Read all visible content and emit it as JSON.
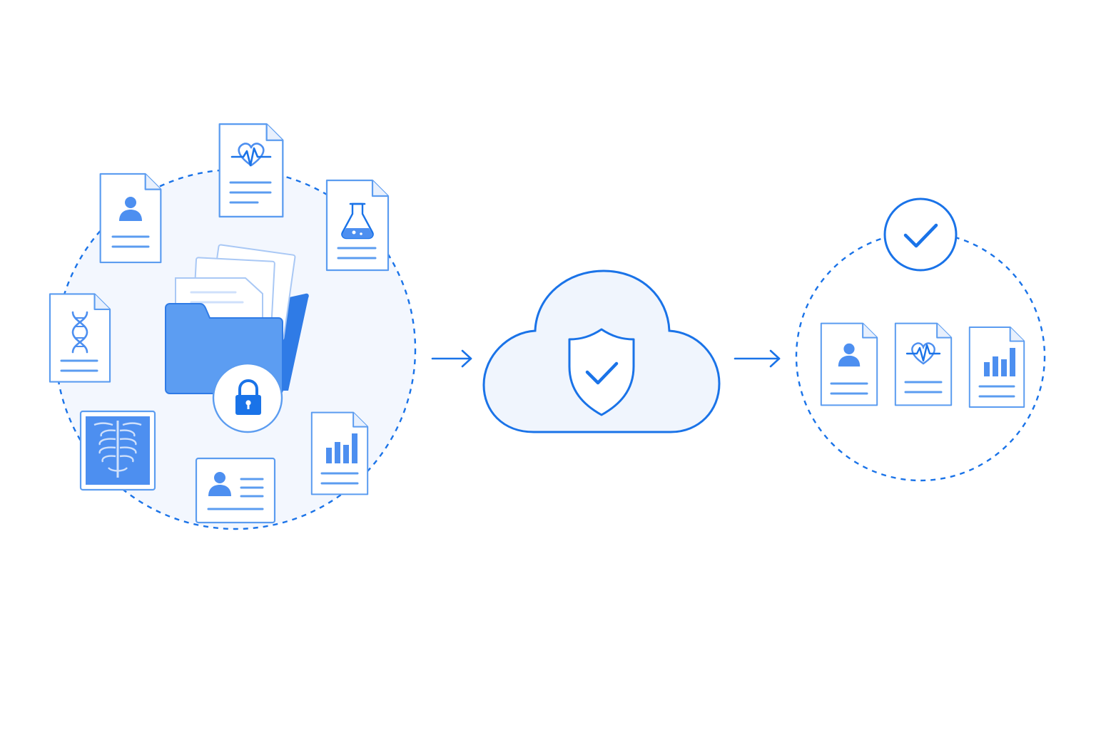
{
  "colors": {
    "accent": "#1a73e8",
    "accent_light": "#5b9cf0",
    "accent_fill": "#4d8ff0",
    "folder_fill": "#5c9df2",
    "folder_dark": "#2f7be6",
    "circle_fill": "#f3f7fe",
    "cloud_fill": "#f0f5fd",
    "paper": "#ffffff"
  },
  "diagram": {
    "stages": [
      {
        "name": "source-records",
        "center_icon": "folder-lock-icon",
        "documents": [
          "person-document-icon",
          "heartbeat-document-icon",
          "lab-flask-document-icon",
          "dna-document-icon",
          "xray-image-icon",
          "id-card-icon",
          "bar-chart-document-icon"
        ]
      },
      {
        "name": "secure-cloud",
        "center_icon": "shield-check-icon"
      },
      {
        "name": "verified-records",
        "badge_icon": "checkmark-circle-icon",
        "documents": [
          "person-document-icon",
          "heartbeat-document-icon",
          "bar-chart-document-icon"
        ]
      }
    ],
    "connectors": [
      "arrow-right-icon",
      "arrow-right-icon"
    ]
  }
}
